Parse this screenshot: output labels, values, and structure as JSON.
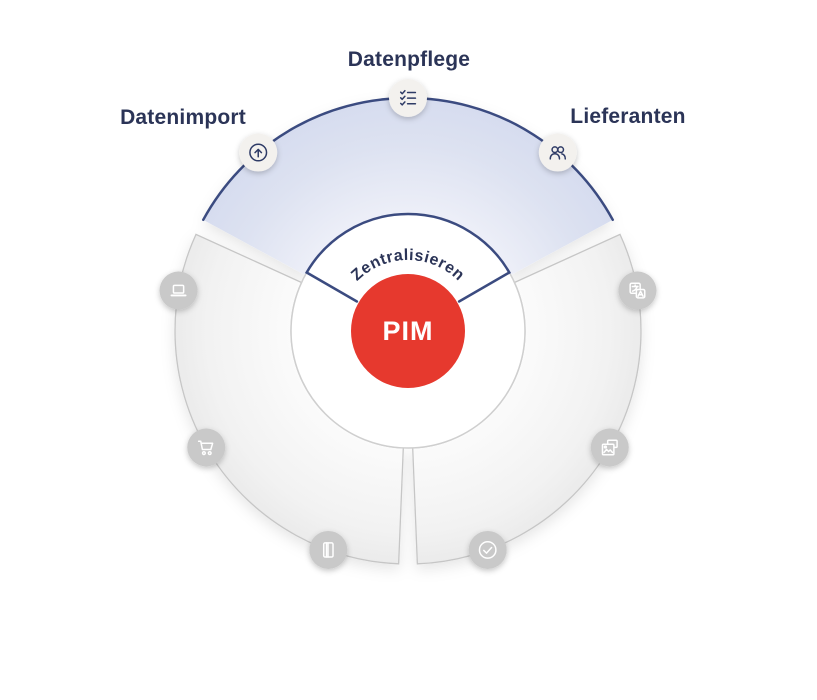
{
  "diagram": {
    "center_label": "PIM",
    "arc_label": "Zentralisieren",
    "labels": [
      {
        "id": "datenimport",
        "text": "Datenimport"
      },
      {
        "id": "datenpflege",
        "text": "Datenpflege"
      },
      {
        "id": "lieferanten",
        "text": "Lieferanten"
      }
    ],
    "segments": [
      {
        "id": "segment-top",
        "state": "highlighted",
        "from": 28.5,
        "to": 151.5
      },
      {
        "id": "segment-lower-left",
        "state": "default",
        "from": 155.5,
        "to": 267.7
      },
      {
        "id": "segment-lower-right",
        "state": "default",
        "from": 272.3,
        "to": 384.5
      }
    ],
    "icons": [
      {
        "name": "upload-icon",
        "angle": 130,
        "variant": "accent"
      },
      {
        "name": "checklist-icon",
        "angle": 90,
        "variant": "accent"
      },
      {
        "name": "users-icon",
        "angle": 50,
        "variant": "accent"
      },
      {
        "name": "translate-icon",
        "angle": 10,
        "variant": "muted"
      },
      {
        "name": "gallery-icon",
        "angle": -30,
        "variant": "muted"
      },
      {
        "name": "check-circle-icon",
        "angle": -70,
        "variant": "muted"
      },
      {
        "name": "book-icon",
        "angle": -110,
        "variant": "muted"
      },
      {
        "name": "cart-icon",
        "angle": -150,
        "variant": "muted"
      },
      {
        "name": "laptop-icon",
        "angle": 170,
        "variant": "muted"
      }
    ],
    "colors": {
      "accent_navy": "#3b4b80",
      "label_navy": "#2b3457",
      "center_red": "#e6392e",
      "center_text": "#ffffff",
      "segment_blue_outer": "#d6dcef",
      "segment_blue_mid": "#dde2f1",
      "segment_blue_inner": "#edeff8",
      "segment_gray_outer": "#ebebeb",
      "segment_gray_inner": "#fbfbfb",
      "segment_gray_stroke": "#c6c6c6",
      "hub_stroke": "#cfcfcf",
      "icon_muted_bg": "#c9c9c9",
      "icon_muted_glyph": "#ffffff",
      "icon_accent_bg": "#f3f1ee",
      "icon_accent_glyph": "#2e3a66"
    }
  }
}
